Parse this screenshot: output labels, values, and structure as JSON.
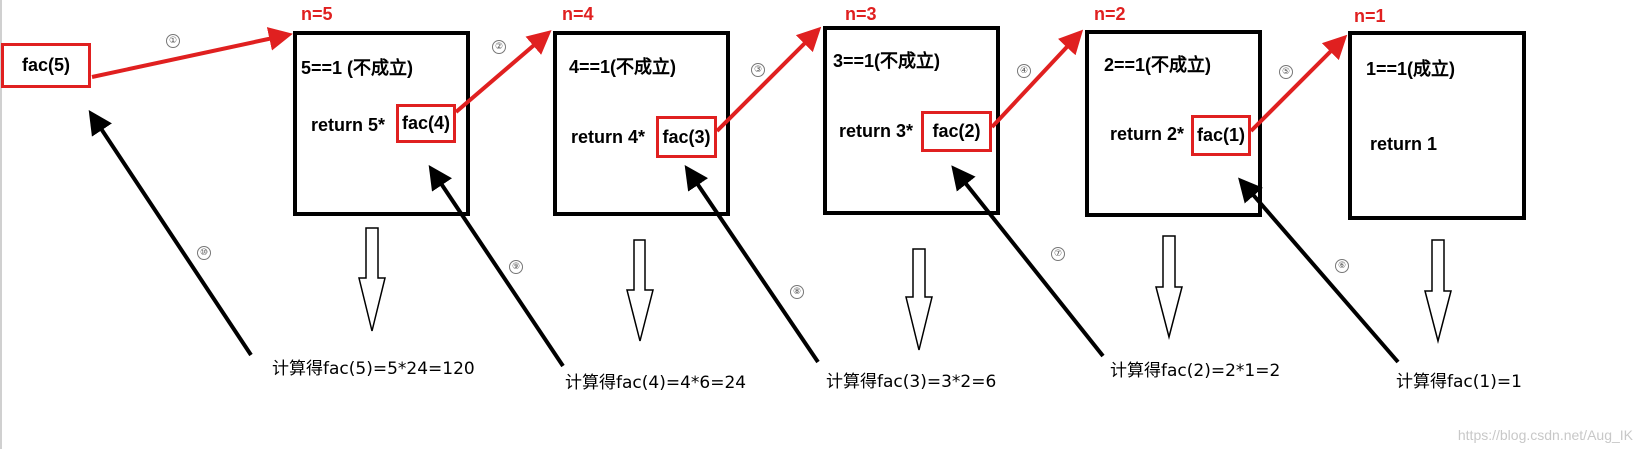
{
  "initial_call": "fac(5)",
  "frames": [
    {
      "n_label": "n=5",
      "condition": "5==1  (不成立)",
      "return_prefix": "return 5*",
      "call": "fac(4)",
      "result": "计算得fac(5)=5*24=120"
    },
    {
      "n_label": "n=4",
      "condition": "4==1(不成立)",
      "return_prefix": "return 4*",
      "call": "fac(3)",
      "result": "计算得fac(4)=4*6=24"
    },
    {
      "n_label": "n=3",
      "condition": "3==1(不成立)",
      "return_prefix": "return 3*",
      "call": "fac(2)",
      "result": "计算得fac(3)=3*2=6"
    },
    {
      "n_label": "n=2",
      "condition": "2==1(不成立)",
      "return_prefix": "return 2*",
      "call": "fac(1)",
      "result": "计算得fac(2)=2*1=2"
    },
    {
      "n_label": "n=1",
      "condition": "1==1(成立)",
      "return_prefix": "return 1",
      "call": "",
      "result": "计算得fac(1)=1"
    }
  ],
  "steps": {
    "call": [
      "①",
      "②",
      "③",
      "④",
      "⑤"
    ],
    "return": [
      "⑥",
      "⑦",
      "⑧",
      "⑨",
      "⑩"
    ]
  },
  "watermark": "https://blog.csdn.net/Aug_IK",
  "colors": {
    "call_arrow": "#e02020",
    "return_arrow": "#000000"
  }
}
